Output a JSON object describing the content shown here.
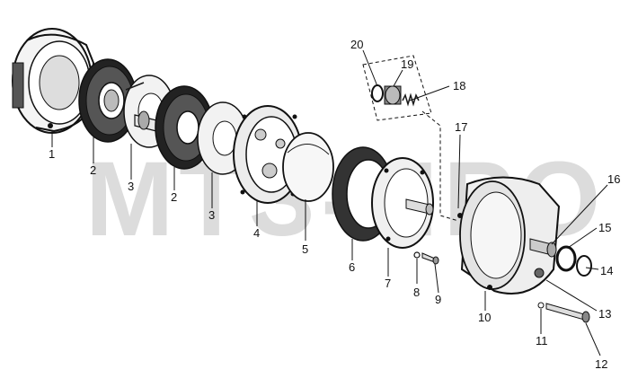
{
  "watermark": "МТЗ-ПРО",
  "callouts": [
    {
      "id": "c1",
      "text": "1"
    },
    {
      "id": "c2a",
      "text": "2"
    },
    {
      "id": "c3a",
      "text": "3"
    },
    {
      "id": "c2b",
      "text": "2"
    },
    {
      "id": "c3b",
      "text": "3"
    },
    {
      "id": "c4",
      "text": "4"
    },
    {
      "id": "c5",
      "text": "5"
    },
    {
      "id": "c6",
      "text": "6"
    },
    {
      "id": "c7",
      "text": "7"
    },
    {
      "id": "c8",
      "text": "8"
    },
    {
      "id": "c9",
      "text": "9"
    },
    {
      "id": "c10",
      "text": "10"
    },
    {
      "id": "c11",
      "text": "11"
    },
    {
      "id": "c12",
      "text": "12"
    },
    {
      "id": "c13",
      "text": "13"
    },
    {
      "id": "c14",
      "text": "14"
    },
    {
      "id": "c15",
      "text": "15"
    },
    {
      "id": "c16",
      "text": "16"
    },
    {
      "id": "c17",
      "text": "17"
    },
    {
      "id": "c18",
      "text": "18"
    },
    {
      "id": "c19",
      "text": "19"
    },
    {
      "id": "c20",
      "text": "20"
    }
  ]
}
